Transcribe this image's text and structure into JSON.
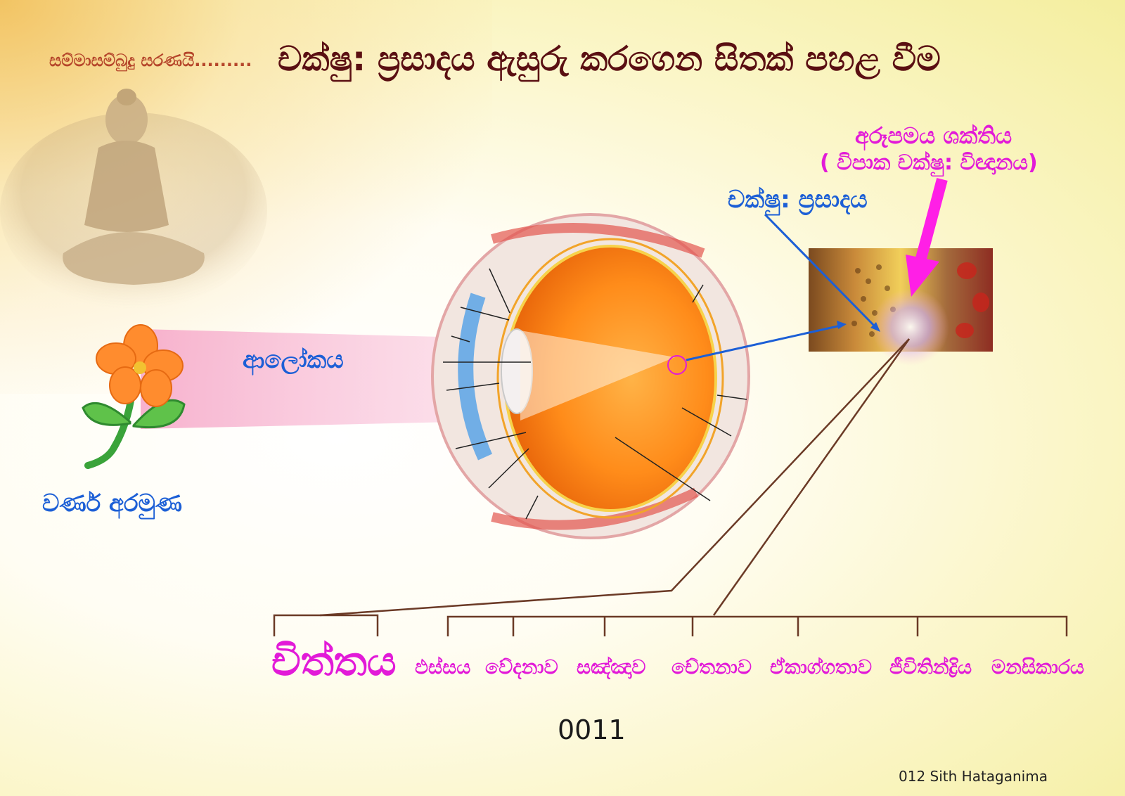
{
  "header": {
    "prefix": "සම්මාසම්බුදු සරණයි.........",
    "title": "චක්ෂු: ප්‍රසාදය ඇසුරු කරගෙන සිතක් පහළ වීම"
  },
  "labels": {
    "light": "ආලෝකය",
    "color_object": "වර්ණ අරමුණ",
    "eye_receptor": "චක්ෂු: ප්‍රසාදය",
    "formless_energy": "අරූපමය ශක්තිය",
    "formless_energy_sub": "( විපාක චක්ෂු: විඥානය)"
  },
  "mind": {
    "label": "චිත්තය",
    "factors": [
      "ඵස්සය",
      "වේදනාව",
      "සඤ්ඤාව",
      "චේතනාව",
      "ඒකාග්ගතාව",
      "ජීවිතින්ද්‍රිය",
      "මනසිකාරය"
    ]
  },
  "footer": {
    "page_number": "0011",
    "series": "012 Sith Hataganima"
  },
  "colors": {
    "title": "#5a0f12",
    "label_blue": "#1c5fd6",
    "label_magenta": "#e21ad8",
    "connector": "#6b3a26"
  },
  "icons": [
    "buddha-statue",
    "flower",
    "eye-cross-section",
    "retina-tissue"
  ]
}
